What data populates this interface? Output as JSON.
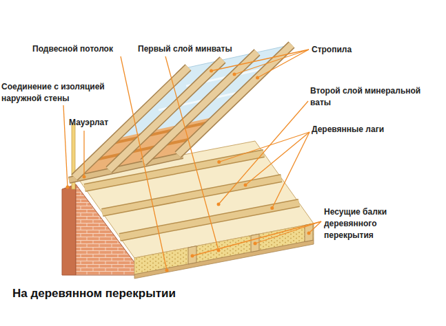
{
  "diagram": {
    "caption": "На деревянном перекрытии",
    "labels": [
      "Подвесной потолок",
      "Первый слой минваты",
      "Стропила",
      "Соединение с изоляцией наружной стены",
      "Второй слой минеральной ваты",
      "Мауэрлат",
      "Деревянные лаги",
      "Несущие балки деревянного перекрытия"
    ]
  }
}
